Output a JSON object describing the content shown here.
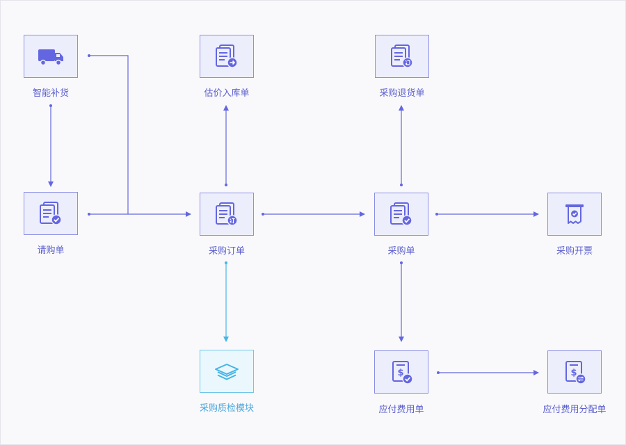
{
  "colors": {
    "accent": "#6366e0",
    "accent_light": "#edeefb",
    "quality": "#45b4e6",
    "quality_light": "#eaf8fd"
  },
  "nodes": {
    "replenish": {
      "label": "智能补货",
      "icon": "truck-icon"
    },
    "estimate_inbound": {
      "label": "估价入库单",
      "icon": "document-arrow-icon"
    },
    "purchase_return": {
      "label": "采购退货单",
      "icon": "document-return-icon"
    },
    "requisition": {
      "label": "请购单",
      "icon": "document-check-icon"
    },
    "purchase_order": {
      "label": "采购订单",
      "icon": "document-order-icon"
    },
    "purchase_receipt": {
      "label": "采购单",
      "icon": "document-check-icon"
    },
    "purchase_invoice": {
      "label": "采购开票",
      "icon": "receipt-icon"
    },
    "quality_module": {
      "label": "采购质检模块",
      "icon": "layers-icon"
    },
    "payable": {
      "label": "应付费用单",
      "icon": "dollar-check-icon"
    },
    "payable_allocation": {
      "label": "应付费用分配单",
      "icon": "dollar-exchange-icon"
    }
  }
}
